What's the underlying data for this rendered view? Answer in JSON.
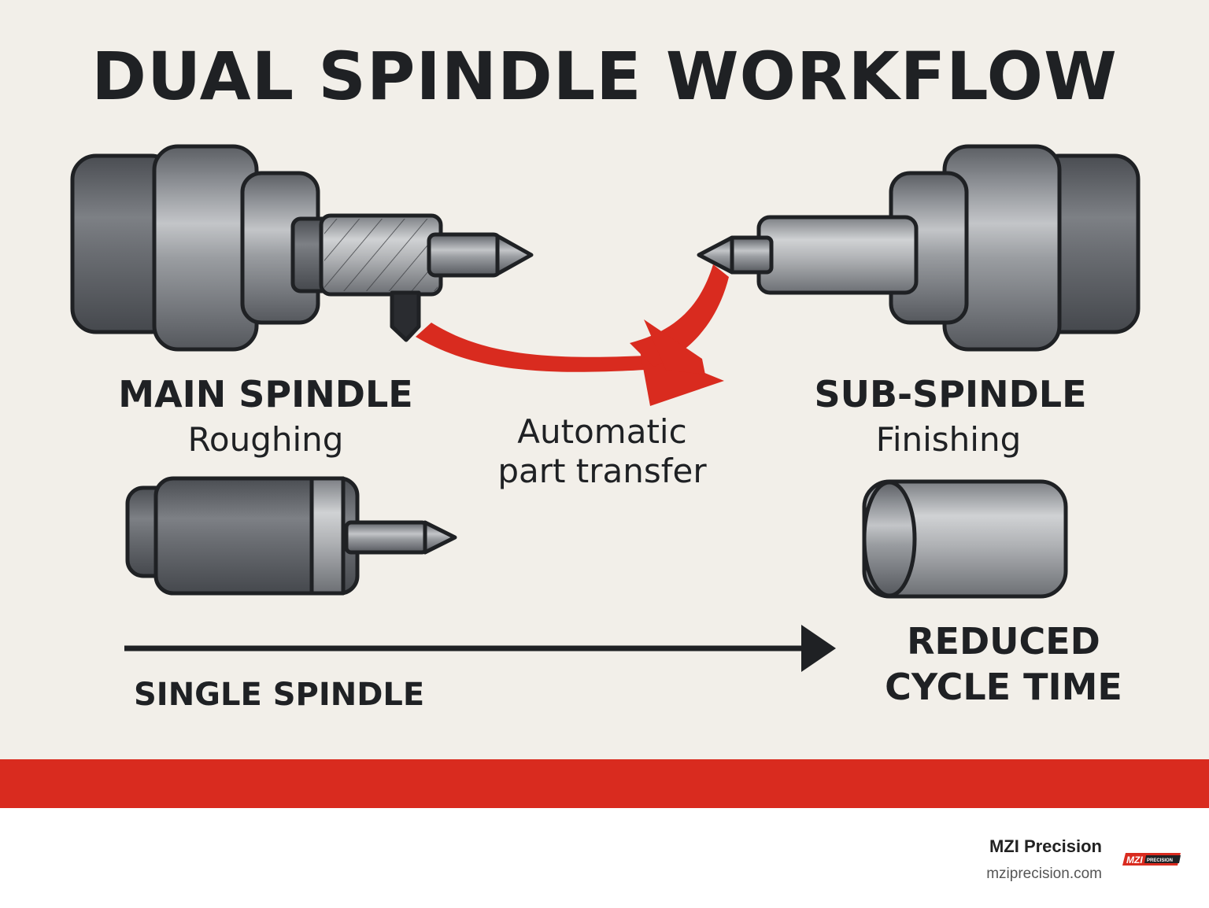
{
  "title": "DUAL SPINDLE WORKFLOW",
  "main_spindle": {
    "label": "MAIN SPINDLE",
    "operation": "Roughing"
  },
  "transfer": {
    "line1": "Automatic",
    "line2": "part transfer"
  },
  "sub_spindle": {
    "label": "SUB-SPINDLE",
    "operation": "Finishing"
  },
  "comparison": {
    "left_label": "SINGLE SPINDLE",
    "result_line1": "REDUCED",
    "result_line2": "CYCLE TIME"
  },
  "footer": {
    "brand_name": "MZI Precision",
    "brand_url": "mziprecision.com",
    "logo_text": "MZI PRECISION"
  },
  "colors": {
    "accent_red": "#d92b1f",
    "background": "#f2efe9",
    "ink": "#1f2124"
  },
  "icons": [
    "main-spindle-icon",
    "sub-spindle-icon",
    "single-spindle-icon",
    "finished-part-icon",
    "transfer-arrow-icon",
    "progress-arrow-icon",
    "brand-logo-icon"
  ]
}
